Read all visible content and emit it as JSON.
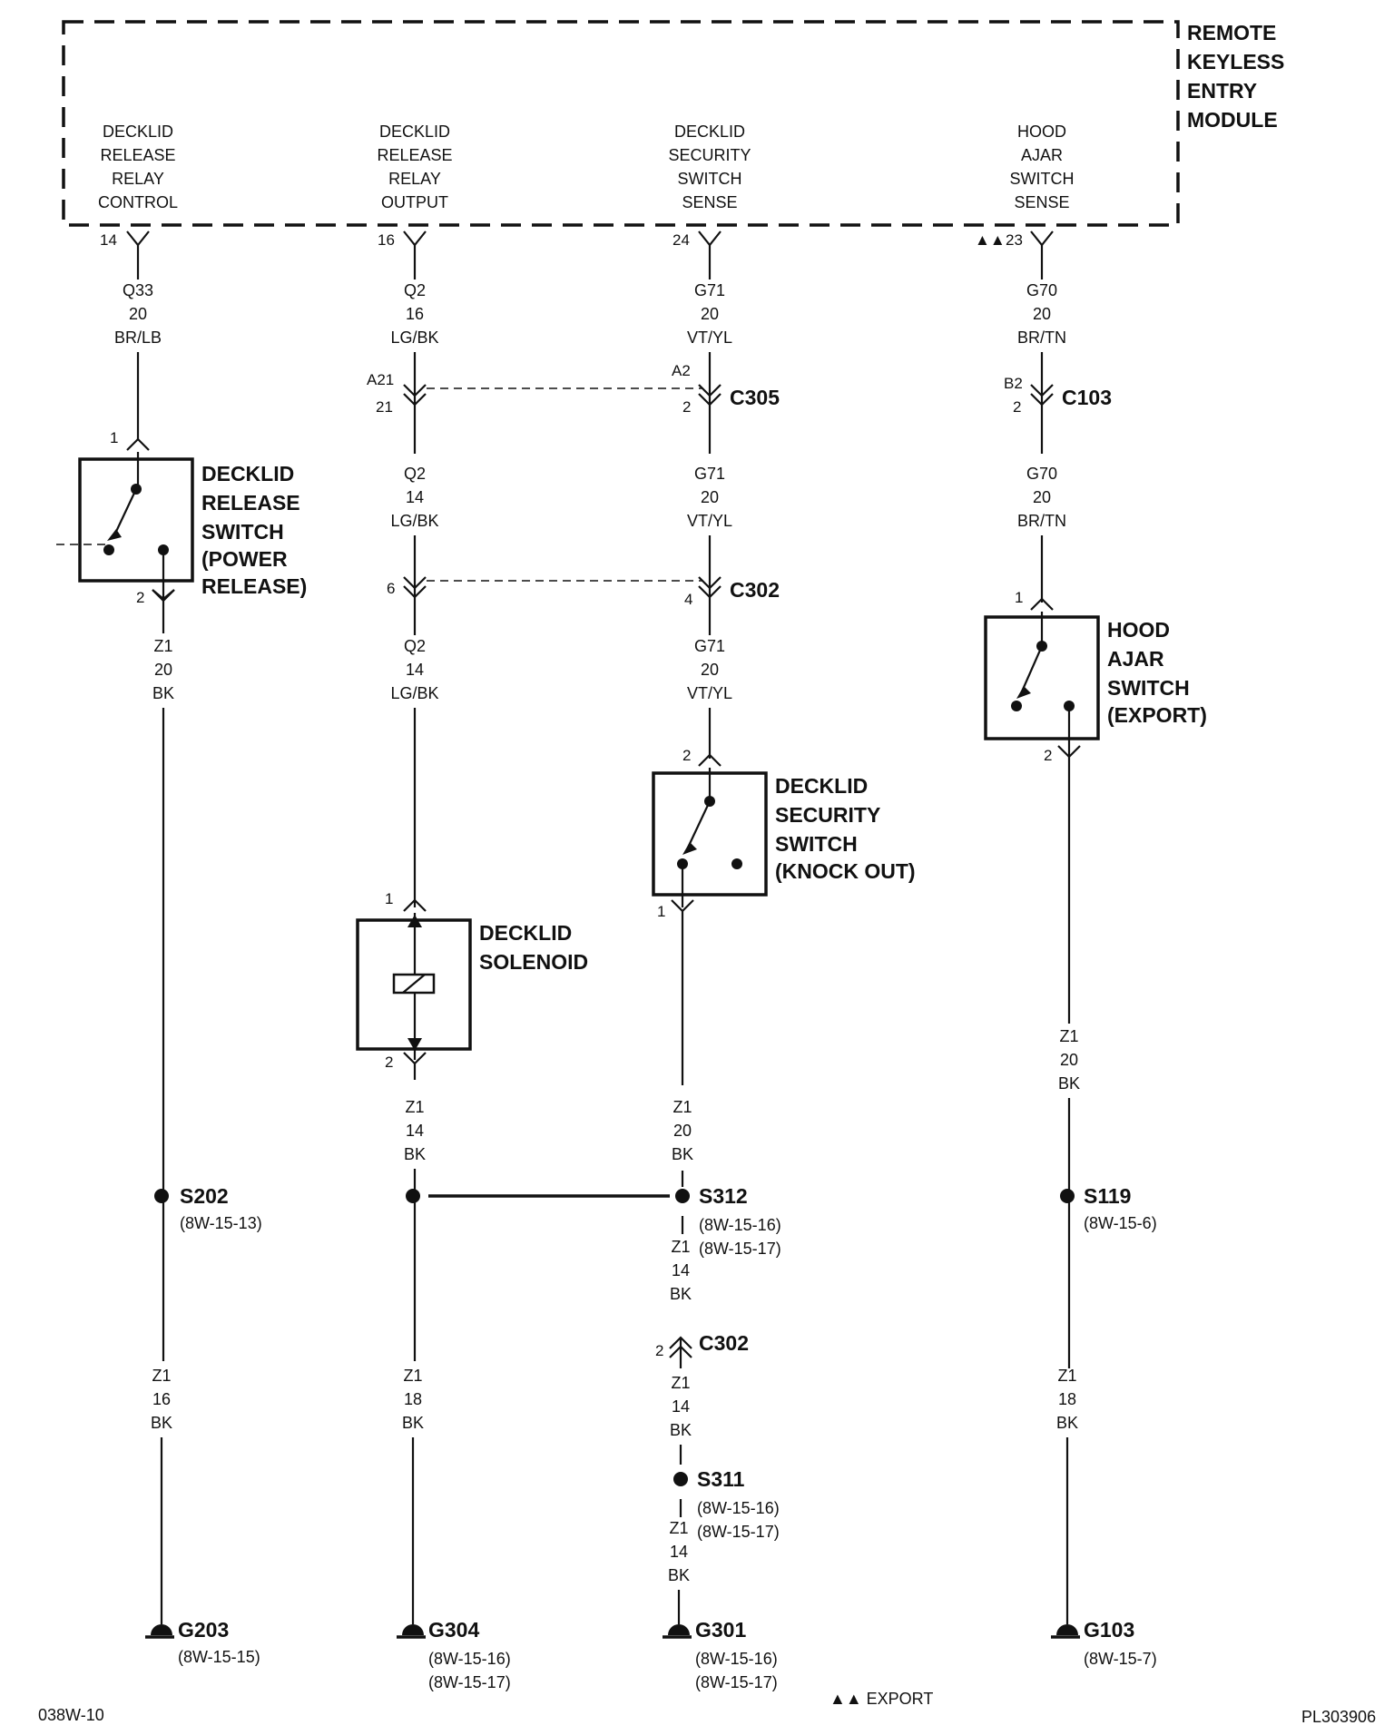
{
  "module": {
    "name": [
      "REMOTE",
      "KEYLESS",
      "ENTRY",
      "MODULE"
    ],
    "circuits": [
      [
        "DECKLID",
        "RELEASE",
        "RELAY",
        "CONTROL"
      ],
      [
        "DECKLID",
        "RELEASE",
        "RELAY",
        "OUTPUT"
      ],
      [
        "DECKLID",
        "SECURITY",
        "SWITCH",
        "SENSE"
      ],
      [
        "HOOD",
        "AJAR",
        "SWITCH",
        "SENSE"
      ]
    ],
    "pins": [
      "14",
      "16",
      "24",
      "23"
    ],
    "export_marker": "▲▲"
  },
  "wires": {
    "q33_top": [
      "Q33",
      "20",
      "BR/LB"
    ],
    "q2_top": [
      "Q2",
      "16",
      "LG/BK"
    ],
    "g71_top": [
      "G71",
      "20",
      "VT/YL"
    ],
    "g70_top": [
      "G70",
      "20",
      "BR/TN"
    ],
    "q2_mid": [
      "Q2",
      "14",
      "LG/BK"
    ],
    "g71_mid": [
      "G71",
      "20",
      "VT/YL"
    ],
    "g70_mid": [
      "G70",
      "20",
      "BR/TN"
    ],
    "q2_low": [
      "Q2",
      "14",
      "LG/BK"
    ],
    "g71_low": [
      "G71",
      "20",
      "VT/YL"
    ],
    "z1_col1_a": [
      "Z1",
      "20",
      "BK"
    ],
    "z1_col2_a": [
      "Z1",
      "14",
      "BK"
    ],
    "z1_col3_a": [
      "Z1",
      "20",
      "BK"
    ],
    "z1_col4_a": [
      "Z1",
      "20",
      "BK"
    ],
    "z1_col1_b": [
      "Z1",
      "16",
      "BK"
    ],
    "z1_col2_b": [
      "Z1",
      "18",
      "BK"
    ],
    "z1_col3_b": [
      "Z1",
      "14",
      "BK"
    ],
    "z1_col3_c": [
      "Z1",
      "14",
      "BK"
    ],
    "z1_col3_d": [
      "Z1",
      "14",
      "BK"
    ],
    "z1_col4_b": [
      "Z1",
      "18",
      "BK"
    ]
  },
  "connectors": {
    "c305": {
      "name": "C305",
      "left_pin_top": "A21",
      "left_pin_bottom": "21",
      "right_pin_top": "A2",
      "right_pin_bottom": "2"
    },
    "c103": {
      "name": "C103",
      "pin_top": "B2",
      "pin_bottom": "2"
    },
    "c302_upper": {
      "name": "C302",
      "left_pin": "6",
      "right_pin": "4"
    },
    "c302_lower": {
      "name": "C302",
      "pin": "2"
    }
  },
  "components": {
    "decklid_release_switch": {
      "label": [
        "DECKLID",
        "RELEASE",
        "SWITCH",
        "(POWER",
        "RELEASE)"
      ],
      "pin_top": "1",
      "pin_bottom": "2"
    },
    "hood_ajar_switch": {
      "label": [
        "HOOD",
        "AJAR",
        "SWITCH",
        "(EXPORT)"
      ],
      "pin_top": "1",
      "pin_bottom": "2"
    },
    "decklid_security_switch": {
      "label": [
        "DECKLID",
        "SECURITY",
        "SWITCH",
        "(KNOCK OUT)"
      ],
      "pin_top": "2",
      "pin_bottom": "1"
    },
    "decklid_solenoid": {
      "label": [
        "DECKLID",
        "SOLENOID"
      ],
      "pin_top": "1",
      "pin_bottom": "2"
    }
  },
  "splices": {
    "s202": {
      "name": "S202",
      "refs": [
        "(8W-15-13)"
      ]
    },
    "s312": {
      "name": "S312",
      "refs": [
        "(8W-15-16)",
        "(8W-15-17)"
      ]
    },
    "s119": {
      "name": "S119",
      "refs": [
        "(8W-15-6)"
      ]
    },
    "s311": {
      "name": "S311",
      "refs": [
        "(8W-15-16)",
        "(8W-15-17)"
      ]
    }
  },
  "grounds": {
    "g203": {
      "name": "G203",
      "refs": [
        "(8W-15-15)"
      ]
    },
    "g304": {
      "name": "G304",
      "refs": [
        "(8W-15-16)",
        "(8W-15-17)"
      ]
    },
    "g301": {
      "name": "G301",
      "refs": [
        "(8W-15-16)",
        "(8W-15-17)"
      ]
    },
    "g103": {
      "name": "G103",
      "refs": [
        "(8W-15-7)"
      ]
    }
  },
  "footer": {
    "left_code": "038W-10",
    "export_legend": "▲▲ EXPORT",
    "right_code": "PL303906"
  }
}
